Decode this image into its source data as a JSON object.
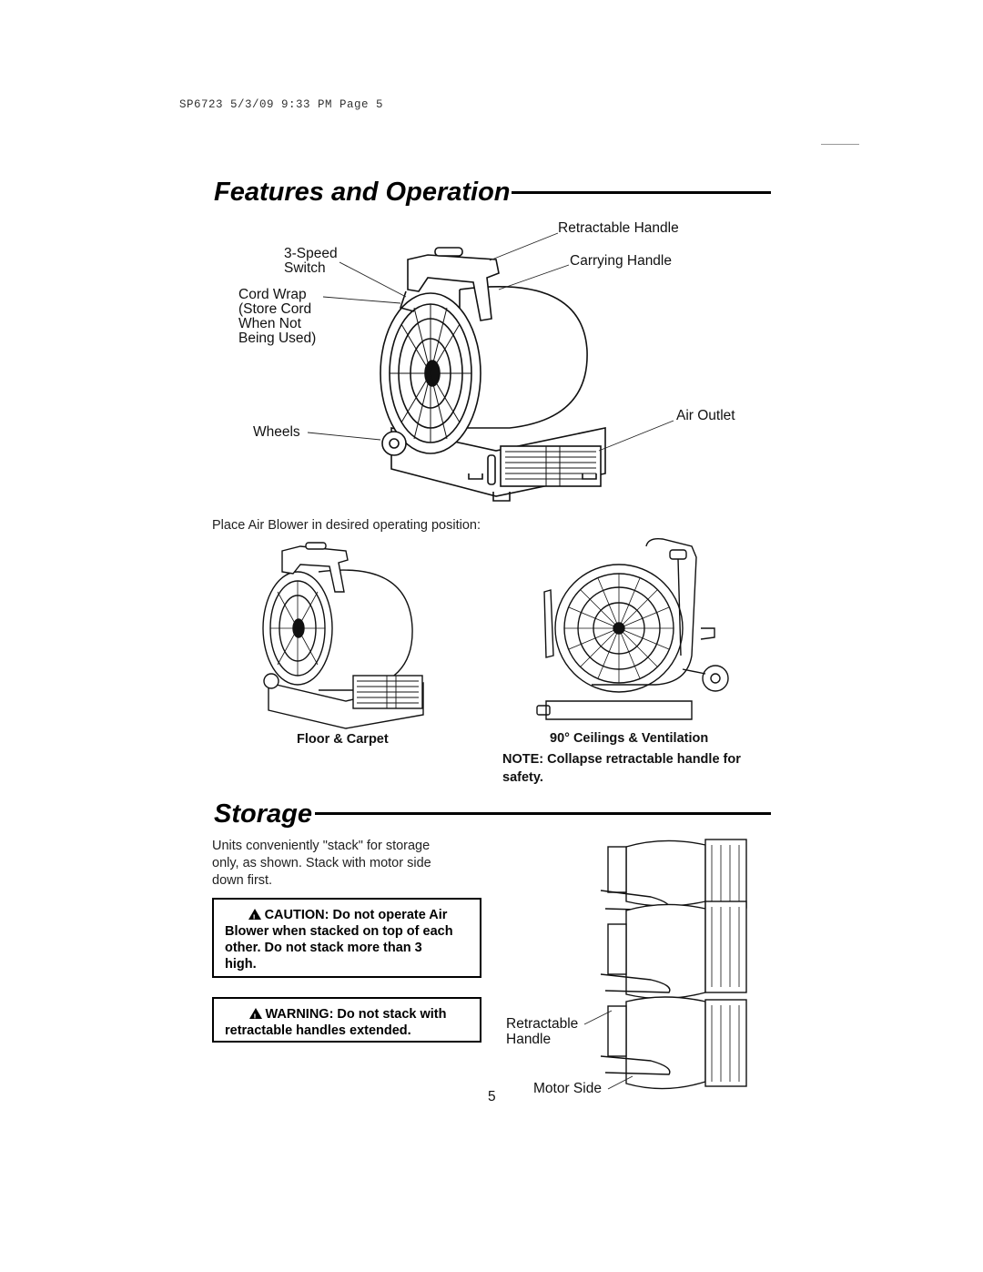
{
  "header": {
    "line": "SP6723  5/3/09  9:33 PM  Page 5"
  },
  "features": {
    "title": "Features and Operation",
    "labels": {
      "retractable_handle": "Retractable Handle",
      "carrying_handle": "Carrying Handle",
      "speed_switch_1": "3-Speed",
      "speed_switch_2": "Switch",
      "cord_wrap_1": "Cord Wrap",
      "cord_wrap_2": "(Store Cord",
      "cord_wrap_3": "When Not",
      "cord_wrap_4": "Being Used)",
      "wheels": "Wheels",
      "air_outlet": "Air Outlet"
    },
    "instruction": "Place Air Blower in desired operating position:",
    "positions": {
      "floor": "Floor & Carpet",
      "ceilings": "90° Ceilings & Ventilation",
      "note_1": "NOTE: Collapse retractable handle for",
      "note_2": "safety."
    }
  },
  "storage": {
    "title": "Storage",
    "text_1": "Units conveniently \"stack\" for storage",
    "text_2": "only, as shown. Stack with motor side",
    "text_3": "down first.",
    "caution_1": "CAUTION: Do not operate Air",
    "caution_2": "Blower when stacked on top of each",
    "caution_3": "other. Do not stack more than 3",
    "caution_4": "high.",
    "warning_1": "WARNING: Do not stack with",
    "warning_2": "retractable handles extended.",
    "label_retractable_1": "Retractable",
    "label_retractable_2": "Handle",
    "label_motor_side": "Motor Side"
  },
  "footer": {
    "page_number": "5"
  }
}
